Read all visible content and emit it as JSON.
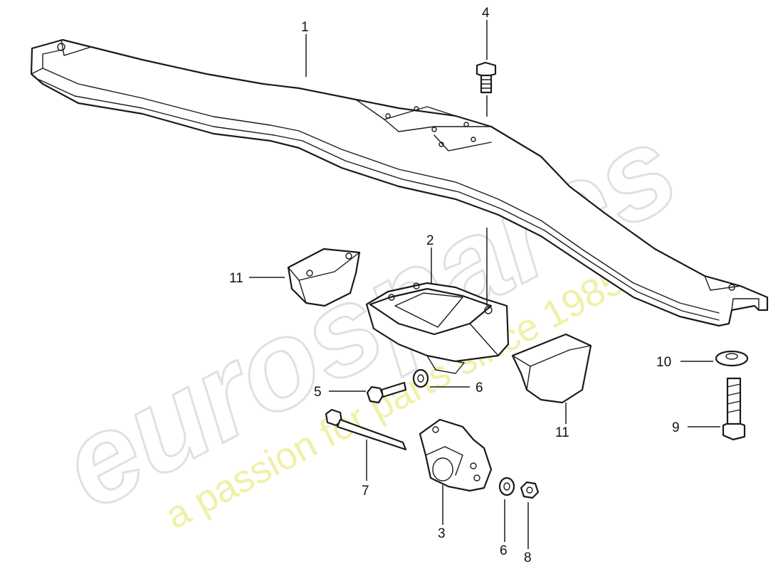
{
  "watermark": {
    "brand": "eurospares",
    "tagline": "a passion for parts since 1985",
    "brand_color": "#d6d6d6",
    "tagline_color": "#eeee99"
  },
  "callouts": {
    "c1": "1",
    "c2": "2",
    "c3": "3",
    "c4": "4",
    "c5": "5",
    "c6a": "6",
    "c6b": "6",
    "c7": "7",
    "c8": "8",
    "c9": "9",
    "c10": "10",
    "c11a": "11",
    "c11b": "11"
  }
}
